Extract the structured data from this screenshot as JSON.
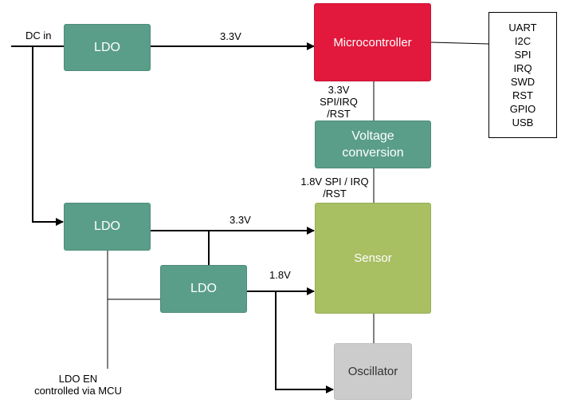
{
  "blocks": {
    "ldo_top": "LDO",
    "ldo_mid": "LDO",
    "ldo_small": "LDO",
    "microcontroller": "Microcontroller",
    "voltage_conversion_line1": "Voltage",
    "voltage_conversion_line2": "conversion",
    "sensor": "Sensor",
    "oscillator": "Oscillator"
  },
  "interfaces": [
    "UART",
    "I2C",
    "SPI",
    "IRQ",
    "SWD",
    "RST",
    "GPIO",
    "USB"
  ],
  "labels": {
    "dc_in": "DC in",
    "v33_top": "3.3V",
    "mcu_bus_line1": "3.3V",
    "mcu_bus_line2": "SPI/IRQ",
    "mcu_bus_line3": "/RST",
    "sensor_bus_line1": "1.8V SPI / IRQ",
    "sensor_bus_line2": "/RST",
    "v33_mid": "3.3V",
    "v18": "1.8V",
    "ldo_en_line1": "LDO EN",
    "ldo_en_line2": "controlled via MCU"
  },
  "colors": {
    "ldo": "#5a9e8a",
    "microcontroller": "#e2183d",
    "sensor": "#a8bf62",
    "oscillator": "#cccccc"
  }
}
